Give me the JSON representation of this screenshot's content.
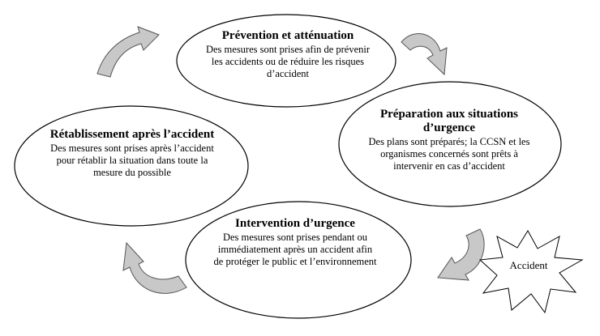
{
  "diagram": {
    "phases": [
      {
        "id": "prevention",
        "title": "Prévention et atténuation",
        "description": "Des mesures sont prises afin de prévenir les accidents ou de réduire les risques d’accident"
      },
      {
        "id": "preparation",
        "title": "Préparation aux situations d’urgence",
        "description": "Des plans sont préparés; la CCSN et les organismes concernés sont prêts à intervenir en cas d’accident"
      },
      {
        "id": "intervention",
        "title": "Intervention d’urgence",
        "description": "Des mesures sont prises pendant ou immédiatement après un accident afin de protéger le public et l’environnement"
      },
      {
        "id": "retablissement",
        "title": "Rétablissement après l’accident",
        "description": "Des mesures sont prises après l’accident pour rétablir la situation dans toute la mesure du possible"
      }
    ],
    "event": {
      "label": "Accident"
    },
    "colors": {
      "ellipse_stroke": "#000000",
      "arrow_fill": "#c8c8c8",
      "arrow_stroke": "#555555"
    }
  }
}
